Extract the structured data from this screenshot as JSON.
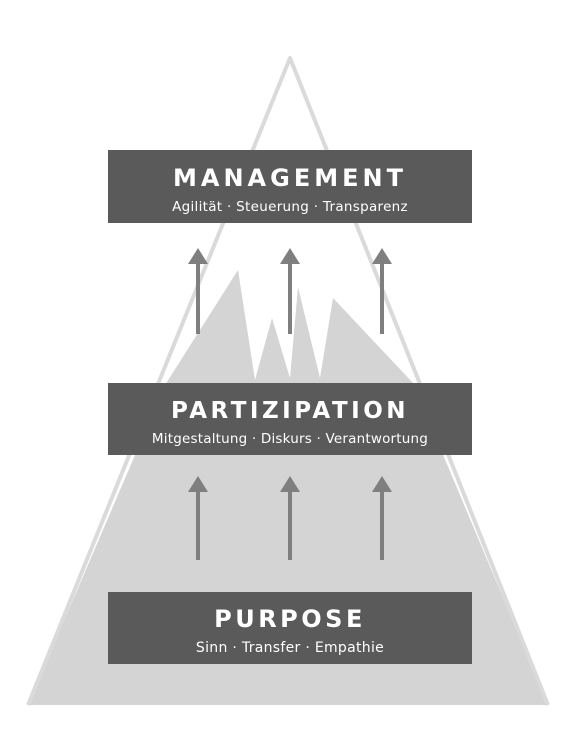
{
  "colors": {
    "mountain_fill": "#d4d4d4",
    "mountain_outline": "#dadada",
    "box": "#5a5a5a",
    "arrow": "#7f7f7f",
    "text": "#ffffff"
  },
  "levels": [
    {
      "title": "MANAGEMENT",
      "subtitle": "Agilität · Steuerung · Transparenz"
    },
    {
      "title": "PARTIZIPATION",
      "subtitle": "Mitgestaltung · Diskurs · Verantwortung"
    },
    {
      "title": "PURPOSE",
      "subtitle": "Sinn · Transfer · Empathie"
    }
  ]
}
